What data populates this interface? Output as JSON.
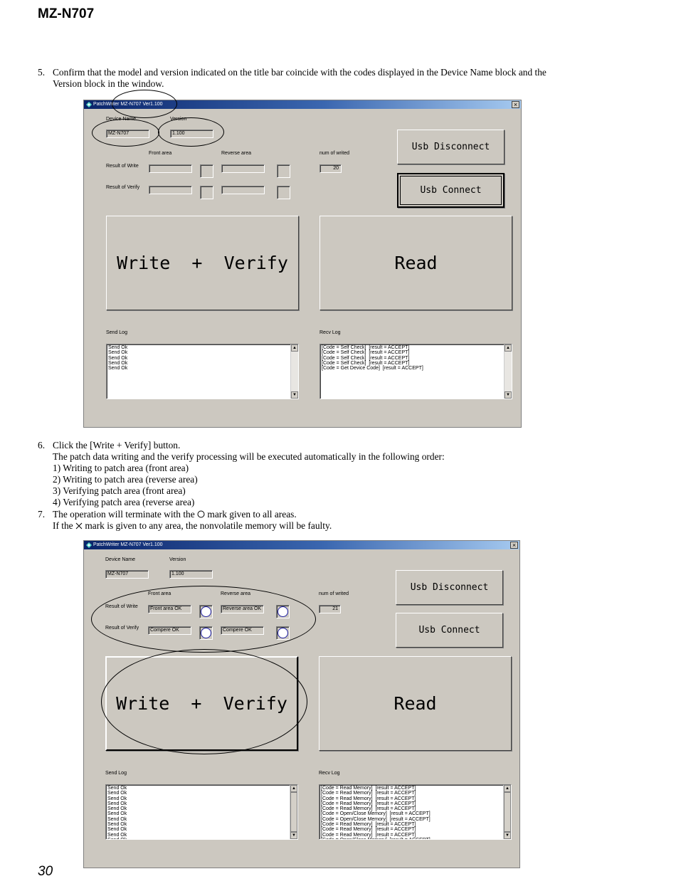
{
  "header": {
    "model": "MZ-N707"
  },
  "footer": {
    "page_number": "30"
  },
  "steps": {
    "step5": {
      "num": "5.",
      "line1": "Confirm that the model and version indicated on the title bar coincide with the codes displayed in the Device Name block and the",
      "line2": "Version block in the window."
    },
    "step6": {
      "num": "6.",
      "line1": "Click the [Write + Verify] button.",
      "line2": "The patch data writing and the verify processing will be executed automatically in the following order:",
      "items": [
        "1) Writing to patch area (front area)",
        "2) Writing to patch area (reverse area)",
        "3) Verifying patch area (front area)",
        "4) Verifying patch area (reverse area)"
      ]
    },
    "step7": {
      "num": "7.",
      "line1_a": "The operation will terminate with the",
      "line1_b": "mark given to all areas.",
      "line2_a": "If the",
      "line2_b": "mark is given to any area, the nonvolatile memory will be faulty."
    }
  },
  "windows": [
    {
      "title": "PatchWriter MZ-N707 Ver1.100",
      "close_icon": "close-icon",
      "device_name_label": "Device Name",
      "device_name": "MZ-N707",
      "version_label": "Version",
      "version": "1.100",
      "front_area_label": "Front area",
      "reverse_area_label": "Reverse area",
      "num_writed_label": "num of writed",
      "num_writed": "20",
      "result_write_label": "Result of Write",
      "result_verify_label": "Result of Verify",
      "write_front": "",
      "write_reverse": "",
      "verify_front": "",
      "verify_reverse": "",
      "usb_disconnect": "Usb Disconnect",
      "usb_connect": "Usb Connect",
      "write_verify_button": "Write  +  Verify",
      "read_button": "Read",
      "send_log_label": "Send Log",
      "recv_log_label": "Recv Log",
      "send_log": "Send Ok\nSend Ok\nSend Ok\nSend Ok\nSend Ok",
      "recv_log": "[Code = Self Check]  [result = ACCEPT]\n[Code = Self Check]  [result = ACCEPT]\n[Code = Self Check]  [result = ACCEPT]\n[Code = Self Check]  [result = ACCEPT]\n[Code = Get Device Code]  [result = ACCEPT]"
    },
    {
      "title": "PatchWriter MZ-N707 Ver1.100",
      "close_icon": "close-icon",
      "device_name_label": "Device Name",
      "device_name": "MZ-N707",
      "version_label": "Version",
      "version": "1.100",
      "front_area_label": "Front area",
      "reverse_area_label": "Reverse area",
      "num_writed_label": "num of writed",
      "num_writed": "21",
      "result_write_label": "Result of Write",
      "result_verify_label": "Result of Verify",
      "write_front": "Front area OK",
      "write_reverse": "Reverse area OK",
      "verify_front": "Compere OK",
      "verify_reverse": "Compere OK",
      "usb_disconnect": "Usb Disconnect",
      "usb_connect": "Usb Connect",
      "write_verify_button": "Write  +  Verify",
      "read_button": "Read",
      "send_log_label": "Send Log",
      "recv_log_label": "Recv Log",
      "send_log": "Send Ok\nSend Ok\nSend Ok\nSend Ok\nSend Ok\nSend Ok\nSend Ok\nSend Ok\nSend Ok\nSend Ok\nSend Ok",
      "recv_log": "[Code = Read Memory]  [result = ACCEPT]\n[Code = Read Memory]  [result = ACCEPT]\n[Code = Read Memory]  [result = ACCEPT]\n[Code = Read Memory]  [result = ACCEPT]\n[Code = Read Memory]  [result = ACCEPT]\n[Code = Open/Close Memory]  [result = ACCEPT]\n[Code = Open/Close Memory]  [result = ACCEPT]\n[Code = Read Memory]  [result = ACCEPT]\n[Code = Read Memory]  [result = ACCEPT]\n[Code = Read Memory]  [result = ACCEPT]\n[Code = Open/Close Memory]  [result = ACCEPT]"
    }
  ]
}
